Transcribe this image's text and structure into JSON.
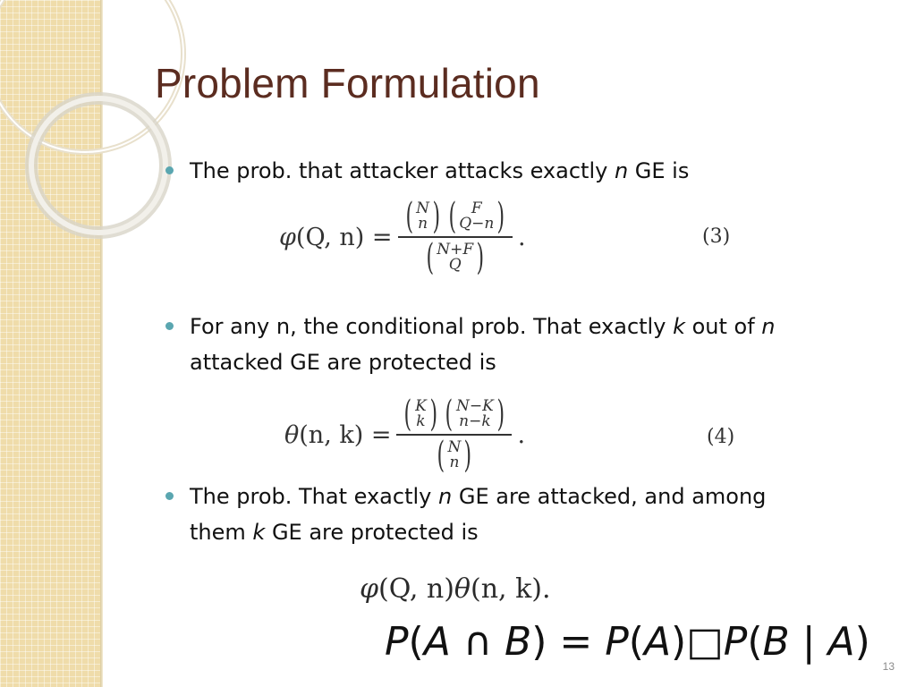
{
  "slide": {
    "title": "Problem Formulation",
    "page_number": "13",
    "colors": {
      "title": "#5b2c20",
      "bullet": "#5aa6b0",
      "sidebar": "#efdcaa"
    }
  },
  "bullets": [
    {
      "prefix": "The prob. that attacker attacks exactly ",
      "var1": "n",
      "mid": " GE is"
    },
    {
      "prefix": "For any n, the conditional prob. That exactly ",
      "var1": "k",
      "mid": " out of ",
      "var2": "n",
      "line2": "attacked GE are protected is"
    },
    {
      "prefix": "The prob. That exactly ",
      "var1": "n",
      "mid": " GE are attacked, and among",
      "line2_prefix": "them ",
      "var2": "k",
      "line2_suffix": " GE are protected is"
    }
  ],
  "equations": {
    "eq3": {
      "lhs_func": "φ",
      "lhs_args": "(Q, n) =",
      "num1_top": "N",
      "num1_bot": "n",
      "num2_top": "F",
      "num2_bot": "Q−n",
      "den_top": "N+F",
      "den_bot": "Q",
      "tail": ".",
      "number": "(3)"
    },
    "eq4": {
      "lhs_func": "θ",
      "lhs_args": "(n, k) =",
      "num1_top": "K",
      "num1_bot": "k",
      "num2_top": "N−K",
      "num2_bot": "n−k",
      "den_top": "N",
      "den_bot": "n",
      "tail": ".",
      "number": "(4)"
    },
    "eq5": {
      "text1": "φ",
      "text2": "(Q, n)",
      "text3": "θ",
      "text4": "(n, k)."
    },
    "bayes": {
      "p1": "P",
      "a1": "A",
      "cap": " ∩ ",
      "b1": "B",
      "p2": "P",
      "a2": "A",
      "box": "□",
      "p3": "P",
      "b2": "B",
      "bar": " | ",
      "a3": "A"
    }
  }
}
